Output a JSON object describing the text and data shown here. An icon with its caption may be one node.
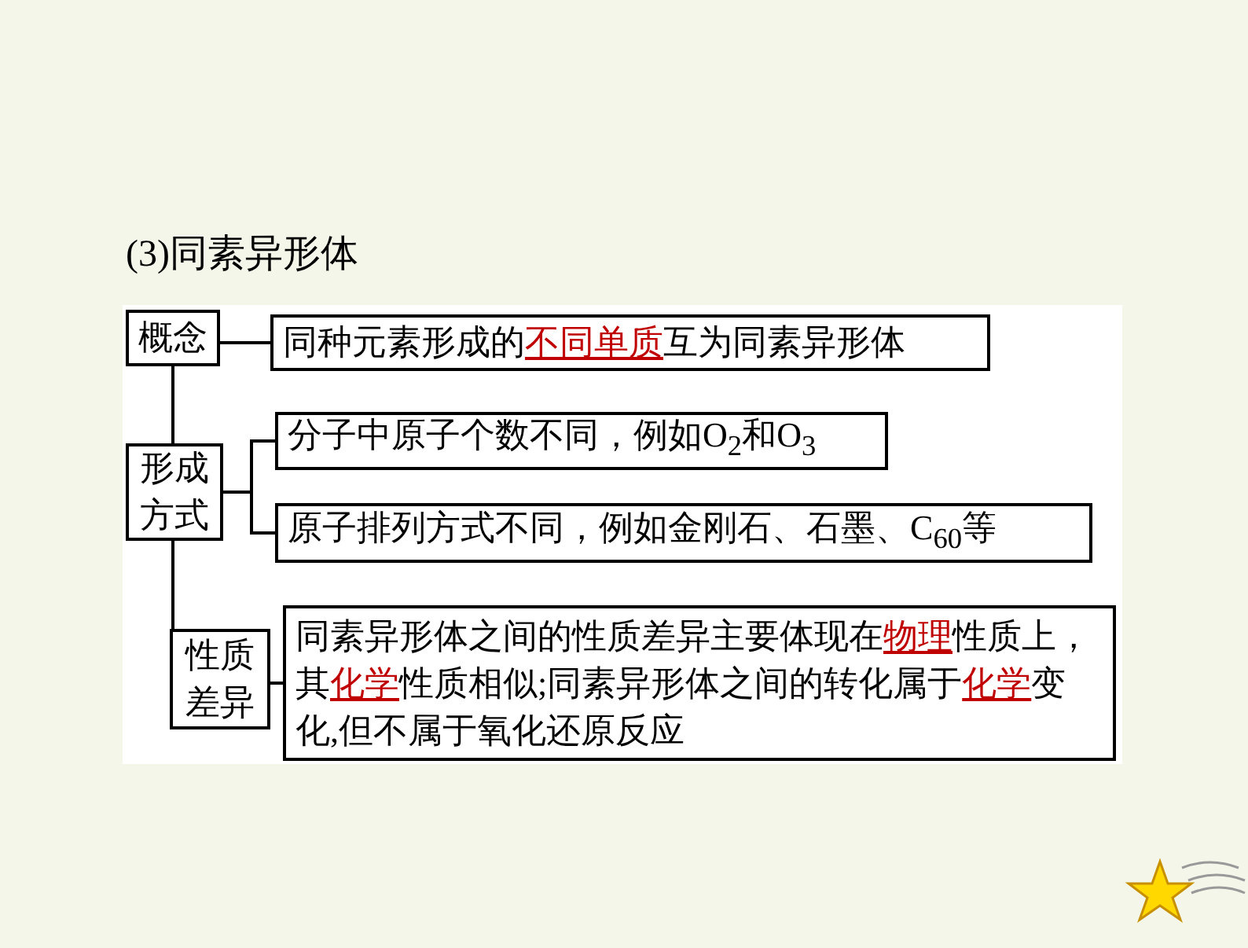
{
  "diagram": {
    "title": "(3)同素异形体",
    "nodes": [
      {
        "text": [
          "概念"
        ]
      },
      {
        "text": [
          "同种元素形成的**不同单质**互为同素异形体"
        ]
      },
      {
        "text": [
          "形成方式"
        ]
      },
      {
        "text": [
          "分子中原子个数不同，例如O$_{2}$和O$_{3}$"
        ]
      },
      {
        "text": [
          "原子排列方式不同，例如金刚石、石墨、C$_{60}$等"
        ]
      },
      {
        "text": [
          "性质差异"
        ]
      },
      {
        "text": [
          "同素异形体之间的性质差异主要体现在**物理**性质上，其**化学**性质相似;同素异形体之间的转化属于**化学**变化,但不属于氧化还原反应"
        ]
      }
    ],
    "edges": [
      {
        "from": 0,
        "to": 1,
        "arrow": "none"
      },
      {
        "from": 0,
        "to": 2,
        "arrow": "none"
      },
      {
        "from": 2,
        "to": 3,
        "arrow": "none"
      },
      {
        "from": 2,
        "to": 4,
        "arrow": "none"
      },
      {
        "from": 2,
        "to": 5,
        "arrow": "none"
      },
      {
        "from": 5,
        "to": 6,
        "arrow": "none"
      }
    ]
  }
}
